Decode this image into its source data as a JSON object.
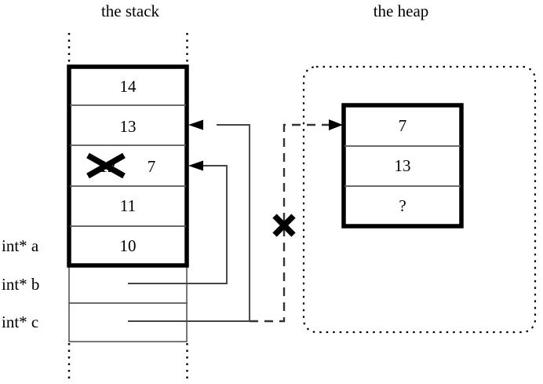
{
  "titles": {
    "stack": "the stack",
    "heap": "the heap"
  },
  "stack": {
    "frame_cells": [
      {
        "value": "14"
      },
      {
        "value": "13"
      },
      {
        "value": "7",
        "old_value": "12",
        "struck_out": true
      },
      {
        "value": "11"
      },
      {
        "value": "10"
      }
    ],
    "pointer_rows": [
      {
        "label": "int* a",
        "target": "stack-frame"
      },
      {
        "label": "int* b",
        "target": "stack-cell-13"
      },
      {
        "label": "int* c",
        "target": "heap-block",
        "invalidated": true
      }
    ]
  },
  "heap": {
    "region_label": "the heap",
    "block_cells": [
      {
        "value": "7"
      },
      {
        "value": "13"
      },
      {
        "value": "?"
      }
    ]
  },
  "annotations": {
    "strikethrough_mark": "X",
    "invalid_pointer_mark": "X"
  },
  "colors": {
    "ink": "#000000",
    "background": "#ffffff",
    "thin_rule": "#555555"
  }
}
